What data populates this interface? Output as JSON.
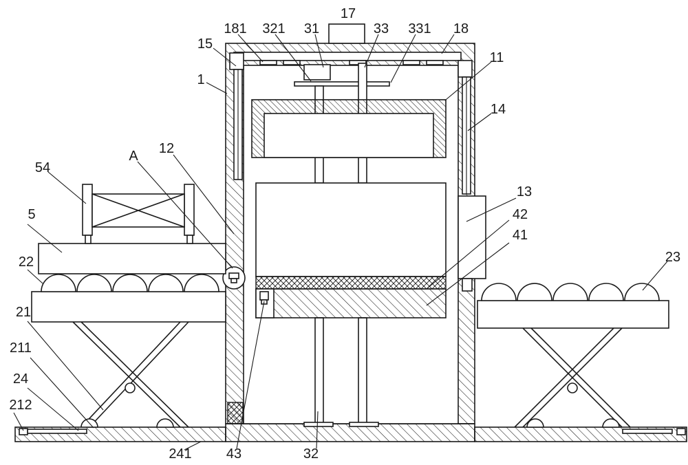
{
  "labels": {
    "l17": "17",
    "l181": "181",
    "l321": "321",
    "l31": "31",
    "l33": "33",
    "l331": "331",
    "l18": "18",
    "l15": "15",
    "l11": "11",
    "l1": "1",
    "l14": "14",
    "l12": "12",
    "lA": "A",
    "l54": "54",
    "l13": "13",
    "l5": "5",
    "l42": "42",
    "l41": "41",
    "l22": "22",
    "l23": "23",
    "l21": "21",
    "l211": "211",
    "l24": "24",
    "l212": "212",
    "l241": "241",
    "l43": "43",
    "l32": "32"
  },
  "colors": {
    "line": "#1a1a1a",
    "background": "#ffffff"
  }
}
